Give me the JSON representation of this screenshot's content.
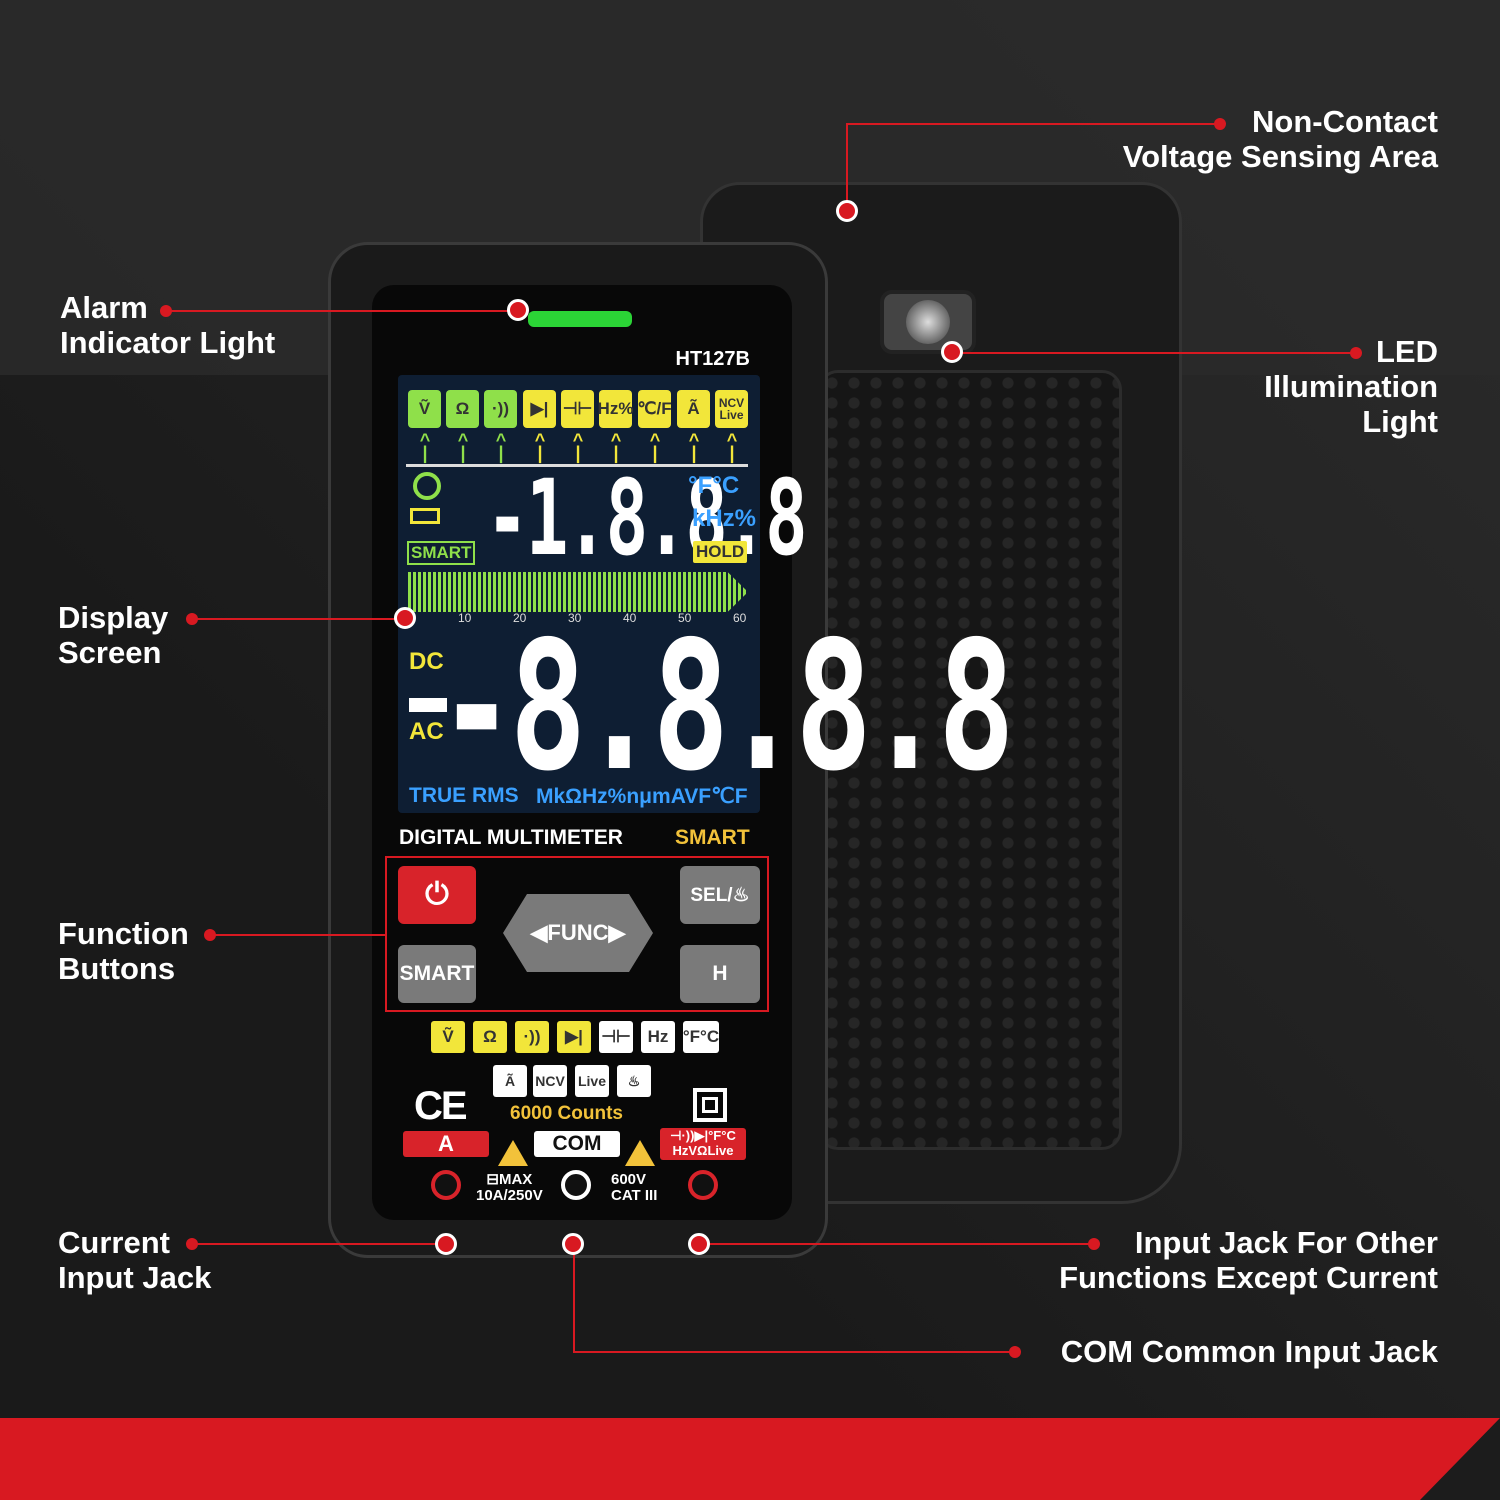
{
  "callouts": {
    "ncv": {
      "line1": "Non-Contact",
      "line2": "Voltage Sensing Area"
    },
    "alarm": {
      "line1": "Alarm",
      "line2": "Indicator Light"
    },
    "led": {
      "line1": "LED",
      "line2": "Illumination",
      "line3": "Light"
    },
    "display": {
      "line1": "Display",
      "line2": "Screen"
    },
    "function": {
      "line1": "Function",
      "line2": "Buttons"
    },
    "current": {
      "line1": "Current",
      "line2": "Input Jack"
    },
    "other": {
      "line1": "Input Jack For Other",
      "line2": "Functions Except Current"
    },
    "com": {
      "line1": "COM Common Input Jack"
    }
  },
  "device": {
    "model": "HT127B",
    "title": "DIGITAL MULTIMETER",
    "smart": "SMART",
    "lcd": {
      "icons": [
        "Ṽ",
        "Ω",
        "·))",
        "▶|",
        "⊣⊢",
        "Hz%",
        "℃/F",
        "Ã",
        "NCV Live"
      ],
      "small_digits": "-1.8.8.8",
      "units_top": "°F°C",
      "units_mid": "kHz%",
      "hold": "HOLD",
      "smart_label": "SMART",
      "ticks": [
        "10",
        "20",
        "30",
        "40",
        "50",
        "60"
      ],
      "big_digits": "-8.8.8.8",
      "dc": "DC",
      "ac": "AC",
      "true_rms": "TRUE RMS",
      "units_bottom": "MkΩHz%nμmAVF℃F"
    },
    "buttons": {
      "power": "⏻",
      "smart": "SMART",
      "func": "◀FUNC▶",
      "sel": "SEL/♨",
      "hold": "H"
    },
    "mini_icons_row1": [
      "Ṽ",
      "Ω",
      "·))",
      "▶|",
      "⊣⊢",
      "Hz",
      "°F°C"
    ],
    "mini_icons_row2": [
      "Ã",
      "NCV",
      "Live",
      "♨"
    ],
    "ce": "CE",
    "counts": "6000 Counts",
    "jack_a": "A",
    "jack_com": "COM",
    "jack_other_line1": "⊣·))▶|°F°C",
    "jack_other_line2": "HzVΩLive",
    "rating_left_line1": "⊟MAX",
    "rating_left_line2": "10A/250V",
    "rating_right_line1": "600V",
    "rating_right_line2": "CAT III"
  },
  "colors": {
    "accent": "#d81921",
    "alarm_led": "#2bd436",
    "lcd_bg": "#0e1e33",
    "lcd_green": "#8fe04a",
    "lcd_yellow": "#f2e63a",
    "lcd_blue": "#3aa0ff"
  }
}
